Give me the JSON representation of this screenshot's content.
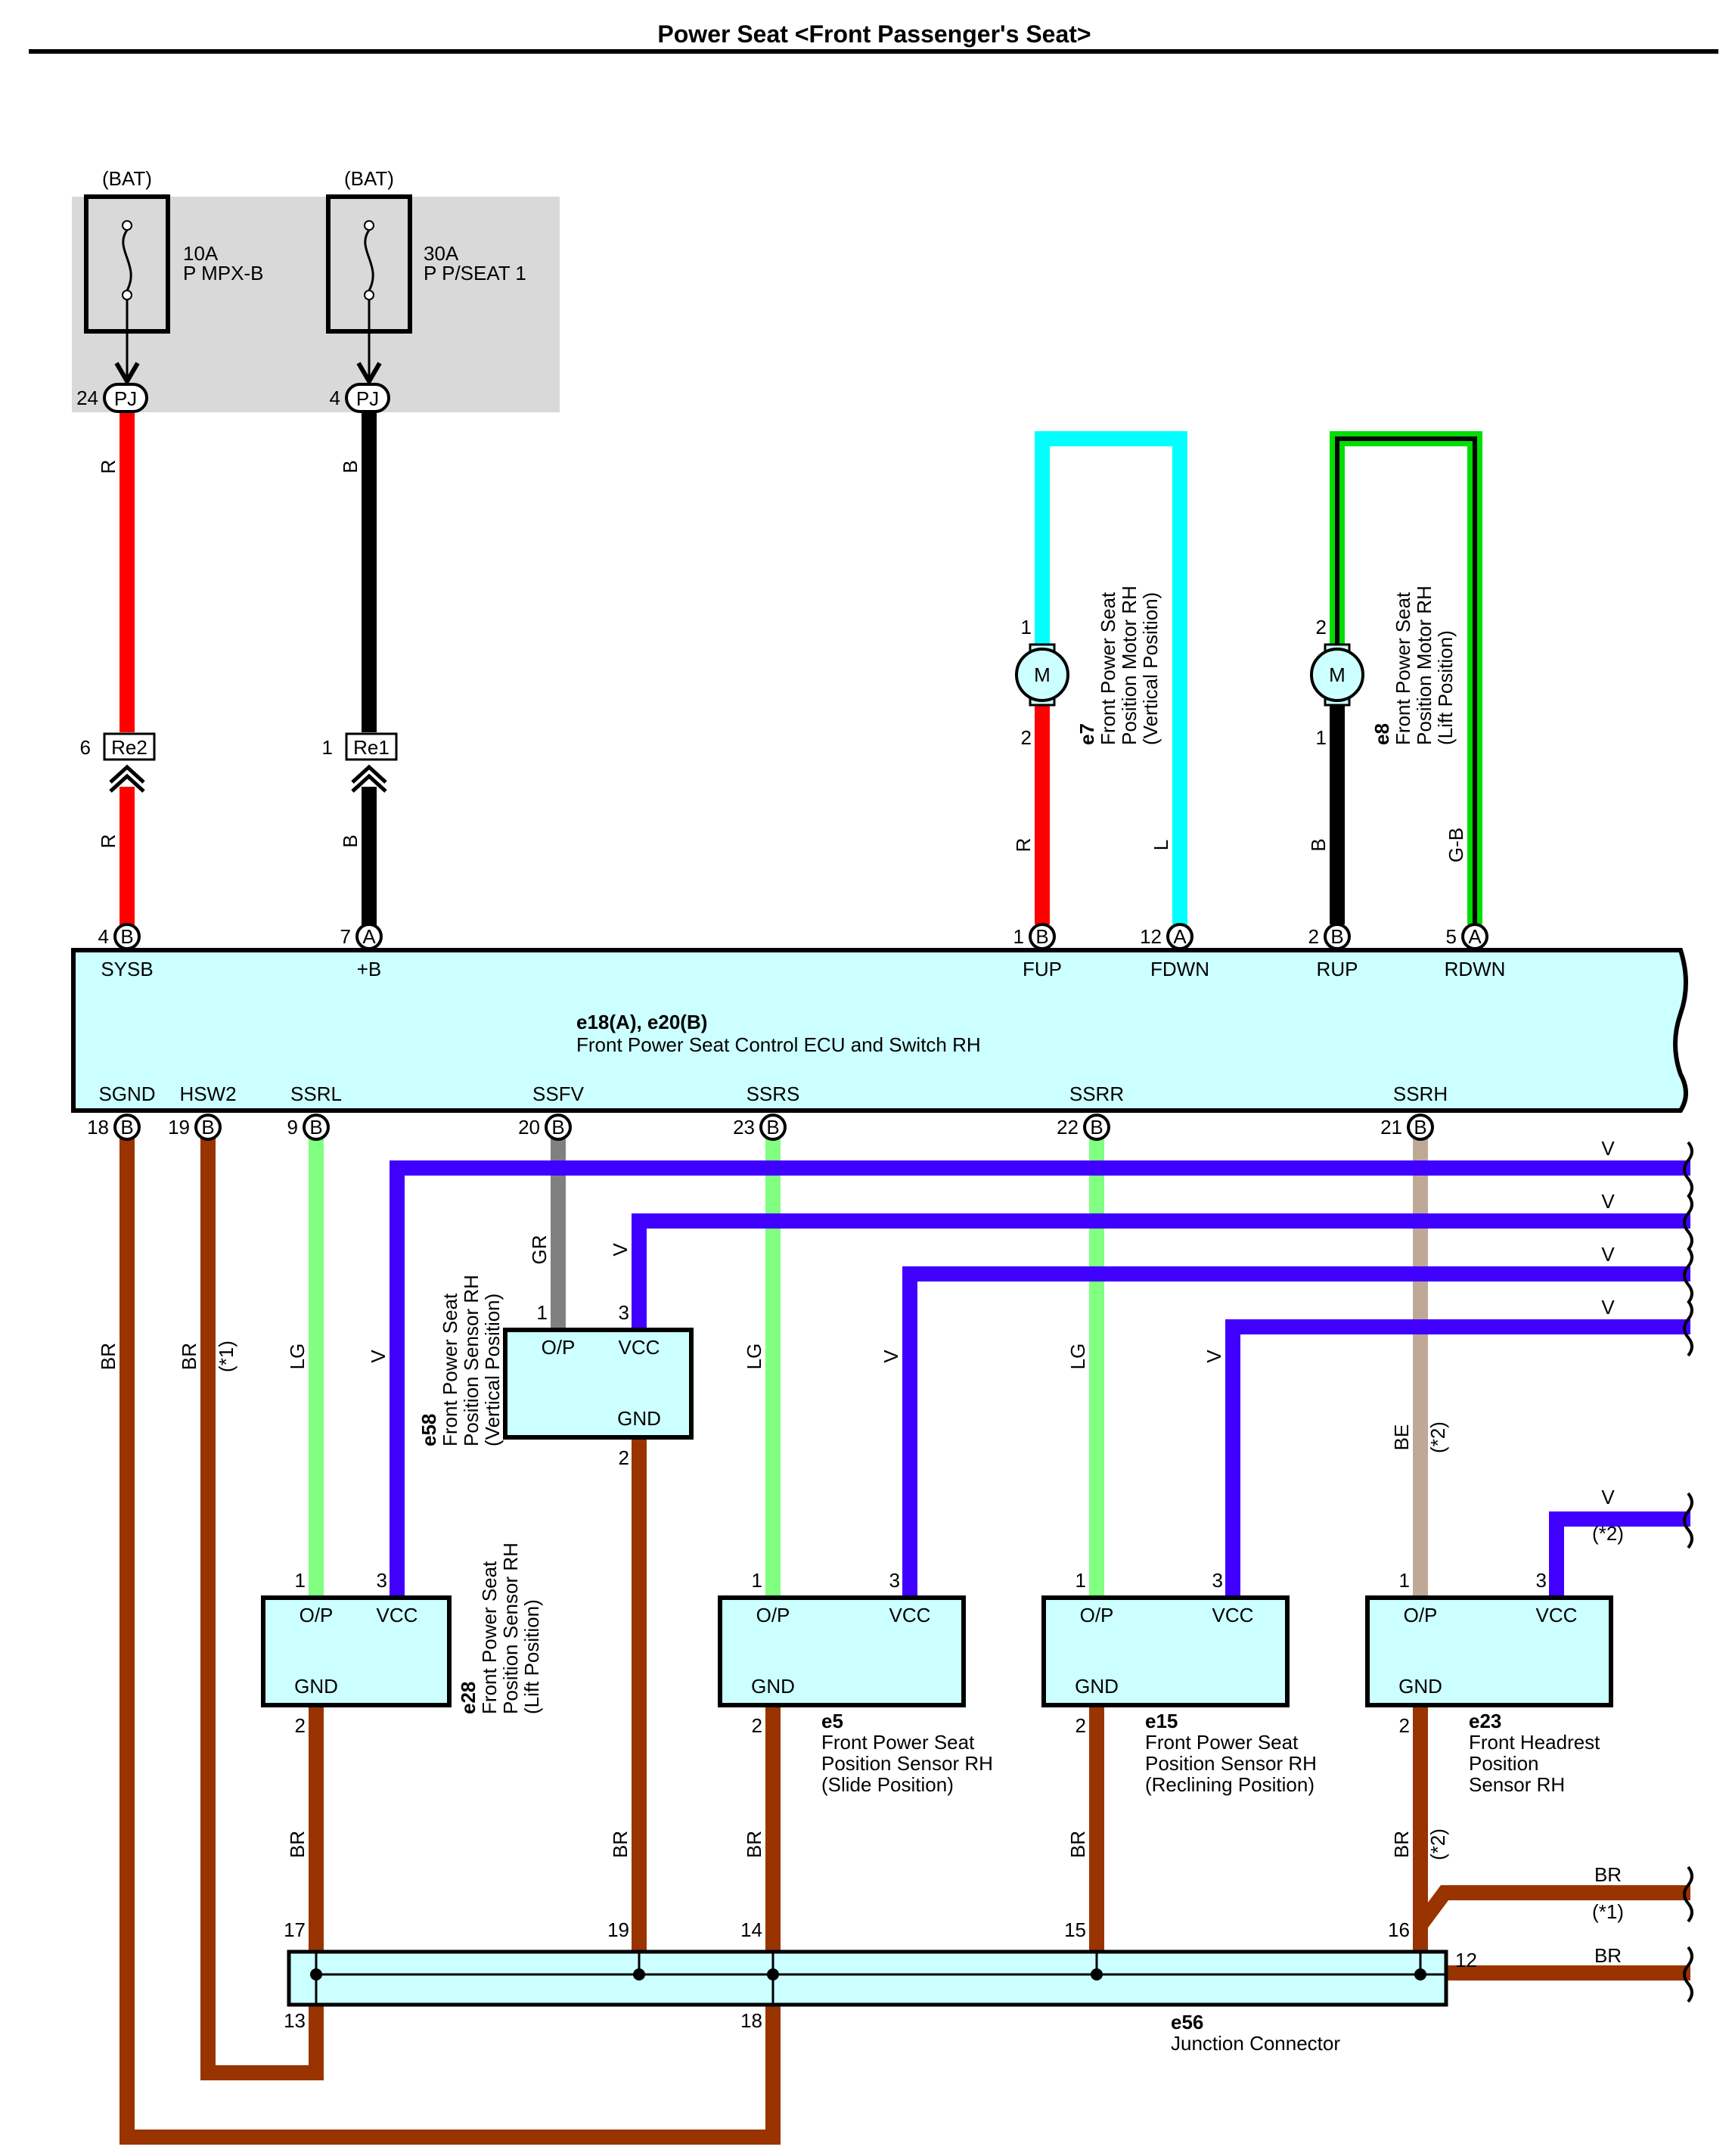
{
  "title": "Power Seat <Front Passenger's Seat>",
  "colors": {
    "BR": "#993300",
    "LG": "#80ff80",
    "V": "#4000ff",
    "GR": "#808080",
    "BE": "#bfa996",
    "R": "#ff0000",
    "B": "#000000",
    "L": "#00ffff",
    "GB_outer": "#00dd00",
    "component_fill": "#ccffff",
    "fuse_block": "#d9d9d9"
  },
  "fuses": [
    {
      "source": "(BAT)",
      "amp": "10A",
      "name": "P MPX-B",
      "pin": "24",
      "connector": "PJ"
    },
    {
      "source": "(BAT)",
      "amp": "30A",
      "name": "P P/SEAT 1",
      "pin": "4",
      "connector": "PJ"
    }
  ],
  "junction_connectors": [
    {
      "pin": "6",
      "name": "Re2"
    },
    {
      "pin": "1",
      "name": "Re1"
    }
  ],
  "motors": [
    {
      "id": "e7",
      "name_lines": [
        "Front Power Seat",
        "Position Motor RH",
        "(Vertical Position)"
      ],
      "pin_top": "1",
      "pin_bottom": "2",
      "symbol": "M"
    },
    {
      "id": "e8",
      "name_lines": [
        "Front Power Seat",
        "Position Motor RH",
        "(Lift Position)"
      ],
      "pin_top": "2",
      "pin_bottom": "1",
      "symbol": "M"
    }
  ],
  "ecu": {
    "id": "e18(A), e20(B)",
    "name": "Front Power Seat Control ECU and Switch RH",
    "top_pins": [
      {
        "pin": "4",
        "conn": "B",
        "label": "SYSB"
      },
      {
        "pin": "7",
        "conn": "A",
        "label": "+B"
      },
      {
        "pin": "1",
        "conn": "B",
        "label": "FUP"
      },
      {
        "pin": "12",
        "conn": "A",
        "label": "FDWN"
      },
      {
        "pin": "2",
        "conn": "B",
        "label": "RUP"
      },
      {
        "pin": "5",
        "conn": "A",
        "label": "RDWN"
      }
    ],
    "bottom_pins": [
      {
        "pin": "18",
        "conn": "B",
        "label": "SGND"
      },
      {
        "pin": "19",
        "conn": "B",
        "label": "HSW2"
      },
      {
        "pin": "9",
        "conn": "B",
        "label": "SSRL"
      },
      {
        "pin": "20",
        "conn": "B",
        "label": "SSFV"
      },
      {
        "pin": "23",
        "conn": "B",
        "label": "SSRS"
      },
      {
        "pin": "22",
        "conn": "B",
        "label": "SSRR"
      },
      {
        "pin": "21",
        "conn": "B",
        "label": "SSRH"
      }
    ]
  },
  "wire_labels": {
    "r": "R",
    "b": "B",
    "l": "L",
    "gb": "G-B",
    "br": "BR",
    "lg": "LG",
    "v": "V",
    "gr": "GR",
    "be": "BE",
    "star1": "(*1)",
    "star2": "(*2)"
  },
  "sensors": [
    {
      "id": "e58",
      "name_lines": [
        "Front Power Seat",
        "Position Sensor RH",
        "(Vertical Position)"
      ],
      "op": "O/P",
      "vcc": "VCC",
      "gnd": "GND",
      "pin_op": "1",
      "pin_vcc": "3",
      "pin_gnd": "2"
    },
    {
      "id": "e28",
      "name_lines": [
        "Front Power Seat",
        "Position Sensor RH",
        "(Lift Position)"
      ],
      "op": "O/P",
      "vcc": "VCC",
      "gnd": "GND",
      "pin_op": "1",
      "pin_vcc": "3",
      "pin_gnd": "2"
    },
    {
      "id": "e5",
      "name_lines": [
        "Front Power Seat",
        "Position Sensor RH",
        "(Slide Position)"
      ],
      "op": "O/P",
      "vcc": "VCC",
      "gnd": "GND",
      "pin_op": "1",
      "pin_vcc": "3",
      "pin_gnd": "2"
    },
    {
      "id": "e15",
      "name_lines": [
        "Front Power Seat",
        "Position Sensor RH",
        "(Reclining Position)"
      ],
      "op": "O/P",
      "vcc": "VCC",
      "gnd": "GND",
      "pin_op": "1",
      "pin_vcc": "3",
      "pin_gnd": "2"
    },
    {
      "id": "e23",
      "name_lines": [
        "Front Headrest",
        "Position",
        "Sensor RH"
      ],
      "op": "O/P",
      "vcc": "VCC",
      "gnd": "GND",
      "pin_op": "1",
      "pin_vcc": "3",
      "pin_gnd": "2"
    }
  ],
  "junction_e56": {
    "id": "e56",
    "name": "Junction Connector",
    "top_pins": [
      "17",
      "19",
      "14",
      "15",
      "16"
    ],
    "right_pin": "12",
    "bottom_pins": [
      "13",
      "18"
    ]
  }
}
